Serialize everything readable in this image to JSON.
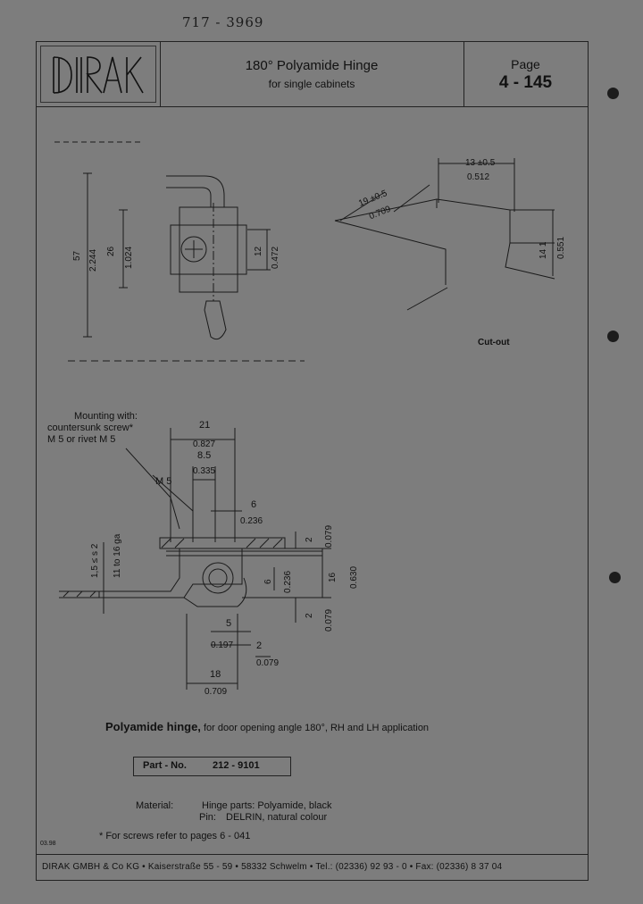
{
  "handwritten_note": "717 - 3969",
  "header": {
    "logo_text": "DIRAK",
    "title": "180° Polyamide Hinge",
    "subtitle": "for single cabinets",
    "page_label": "Page",
    "page_number": "4 - 145"
  },
  "drawing_top": {
    "dims": {
      "d57": "57",
      "d2244": "2.244",
      "d26": "26",
      "d1024": "1.024",
      "d12": "12",
      "d0472": "0.472"
    }
  },
  "cutout": {
    "label": "Cut-out",
    "dims": {
      "d13": "13 ±0.5",
      "d0512": "0.512",
      "d19": "19 ±0.5",
      "d0709": "0.709",
      "d14": "14 1",
      "d0551": "0.551"
    }
  },
  "drawing_section": {
    "mounting_note": [
      "Mounting with:",
      "countersunk screw*",
      "M 5 or rivet M 5"
    ],
    "m5": "M 5",
    "dims": {
      "d21": "21",
      "d0827": "0.827",
      "d85": "8.5",
      "d0335": "0.335",
      "d6a": "6",
      "d0236a": "0.236",
      "d2a": "2",
      "d0079a": "0.079",
      "d16": "16",
      "d0630": "0.630",
      "d6b": "6",
      "d0236b": "0.236",
      "d2b": "2",
      "d0079b": "0.079",
      "d15": "1,5 ≤ s 2",
      "dga": "11 to 16 ga",
      "d5": "5",
      "d0197": "0.197",
      "d2c": "2",
      "d0079c": "0.079",
      "d18": "18",
      "d0709": "0.709"
    }
  },
  "description": {
    "bold": "Polyamide hinge,",
    "text": " for door opening angle 180°, RH and LH application"
  },
  "part": {
    "label": "Part - No.",
    "number": "212 - 9101"
  },
  "material": {
    "material_label": "Material:",
    "material_value": "Hinge parts: Polyamide, black",
    "pin_label": "Pin:",
    "pin_value": "DELRIN, natural colour"
  },
  "screws_note": "* For screws refer to pages 6 - 041",
  "revision": "03.98",
  "footer": "DIRAK GMBH & Co KG  •  Kaiserstraße 55 - 59  •  58332 Schwelm  •  Tel.: (02336) 92 93 - 0  •  Fax: (02336) 8 37 04"
}
